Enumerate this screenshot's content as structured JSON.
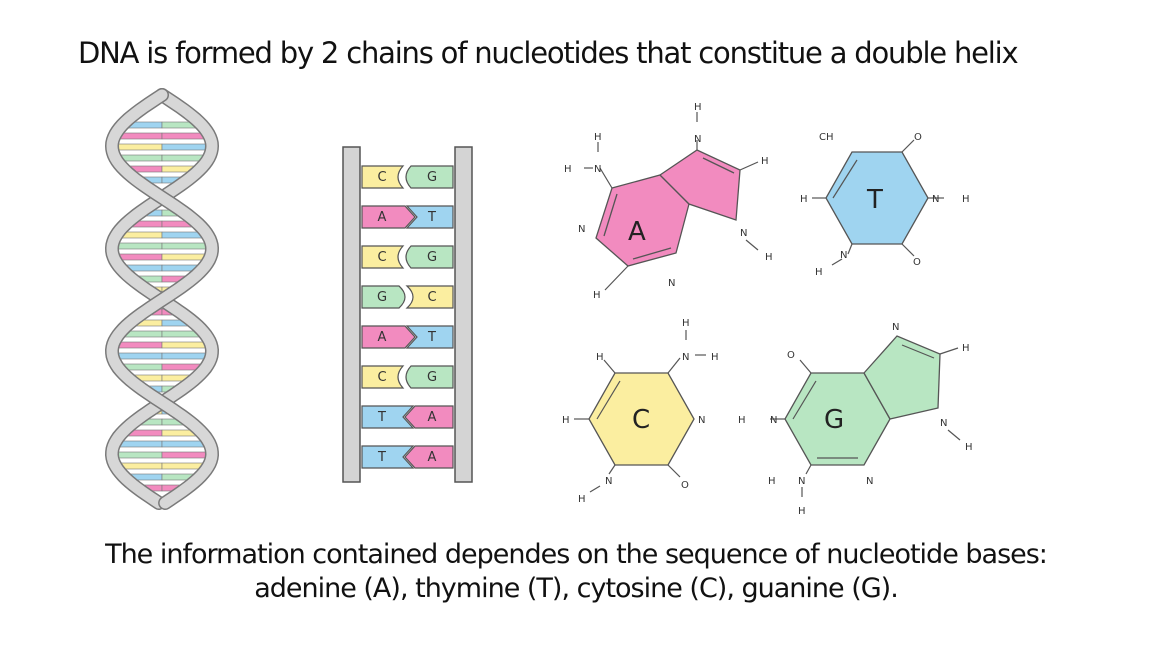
{
  "title": "DNA is formed by 2 chains of nucleotides that constitue a double helix",
  "caption": {
    "line1": "The information contained dependes on the sequence of nucleotide bases:",
    "line2": "adenine (A), thymine (T), cytosine (C), guanine (G)."
  },
  "ladder": {
    "pairs": [
      {
        "left": "C",
        "right": "G"
      },
      {
        "left": "A",
        "right": "T"
      },
      {
        "left": "C",
        "right": "G"
      },
      {
        "left": "G",
        "right": "C"
      },
      {
        "left": "A",
        "right": "T"
      },
      {
        "left": "C",
        "right": "G"
      },
      {
        "left": "T",
        "right": "A"
      },
      {
        "left": "T",
        "right": "A"
      }
    ]
  },
  "bases": {
    "A": {
      "letter": "A"
    },
    "T": {
      "letter": "T"
    },
    "C": {
      "letter": "C"
    },
    "G": {
      "letter": "G"
    }
  },
  "atoms": {
    "H": "H",
    "N": "N",
    "O": "O",
    "CH": "CH"
  },
  "colors": {
    "A": "#f28bbf",
    "T": "#9fd4f0",
    "C": "#fbeea0",
    "G": "#b8e6c2",
    "helix_outer": "#d7d7d7",
    "helix_edge": "#7a7a7a"
  }
}
